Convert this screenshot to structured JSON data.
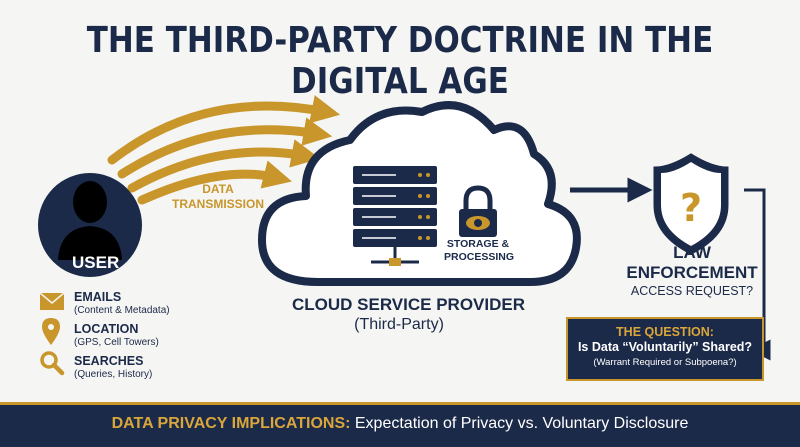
{
  "title": "THE THIRD-PARTY DOCTRINE IN THE DIGITAL AGE",
  "user": {
    "label": "USER"
  },
  "transmission": {
    "line1": "DATA",
    "line2": "TRANSMISSION"
  },
  "data_items": [
    {
      "title": "EMAILS",
      "subtitle": "(Content & Metadata)",
      "icon": "envelope-icon"
    },
    {
      "title": "LOCATION",
      "subtitle": "(GPS, Cell Towers)",
      "icon": "map-pin-icon"
    },
    {
      "title": "SEARCHES",
      "subtitle": "(Queries, History)",
      "icon": "magnifier-icon"
    }
  ],
  "cloud": {
    "title": "CLOUD SERVICE PROVIDER",
    "subtitle": "(Third-Party)",
    "storage_line1": "STORAGE &",
    "storage_line2": "PROCESSING"
  },
  "law": {
    "line1": "LAW",
    "line2": "ENFORCEMENT",
    "access": "ACCESS REQUEST?"
  },
  "question": {
    "heading": "THE QUESTION:",
    "main": "Is Data “Voluntarily” Shared?",
    "sub": "(Warrant Required or Subpoena?)"
  },
  "footer": {
    "highlight": "DATA PRIVACY IMPLICATIONS:",
    "text": " Expectation of Privacy vs. Voluntary Disclosure"
  },
  "colors": {
    "navy": "#1c2a4a",
    "gold": "#c9962b",
    "background": "#f5f5f3"
  }
}
